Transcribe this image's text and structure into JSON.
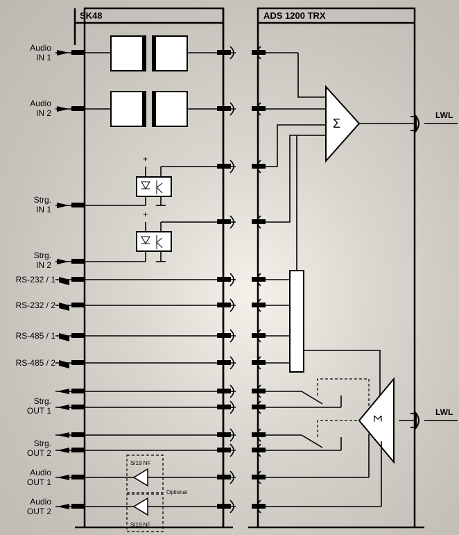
{
  "left_module": "SK48",
  "right_module": "ADS 1200 TRX",
  "inputs": [
    {
      "line1": "Audio",
      "line2": "IN 1"
    },
    {
      "line1": "Audio",
      "line2": "IN 2"
    },
    {
      "line1": "Strg.",
      "line2": "IN 1"
    },
    {
      "line1": "Strg.",
      "line2": "IN 2"
    }
  ],
  "serial_ports": [
    "RS-232 / 1",
    "RS-232 / 2",
    "RS-485 / 1",
    "RS-485 / 2"
  ],
  "outputs": [
    {
      "line1": "Strg.",
      "line2": "OUT 1"
    },
    {
      "line1": "Strg.",
      "line2": "OUT 2"
    },
    {
      "line1": "Audio",
      "line2": "OUT 1"
    },
    {
      "line1": "Audio",
      "line2": "OUT 2"
    }
  ],
  "fiber_out": "LWL",
  "fiber_in": "LWL",
  "sigma": "Σ",
  "amp_label_1": "SI19 NF",
  "amp_label_2": "SI19 NF",
  "optional": "Optional",
  "plus_1": "+",
  "plus_2": "+"
}
